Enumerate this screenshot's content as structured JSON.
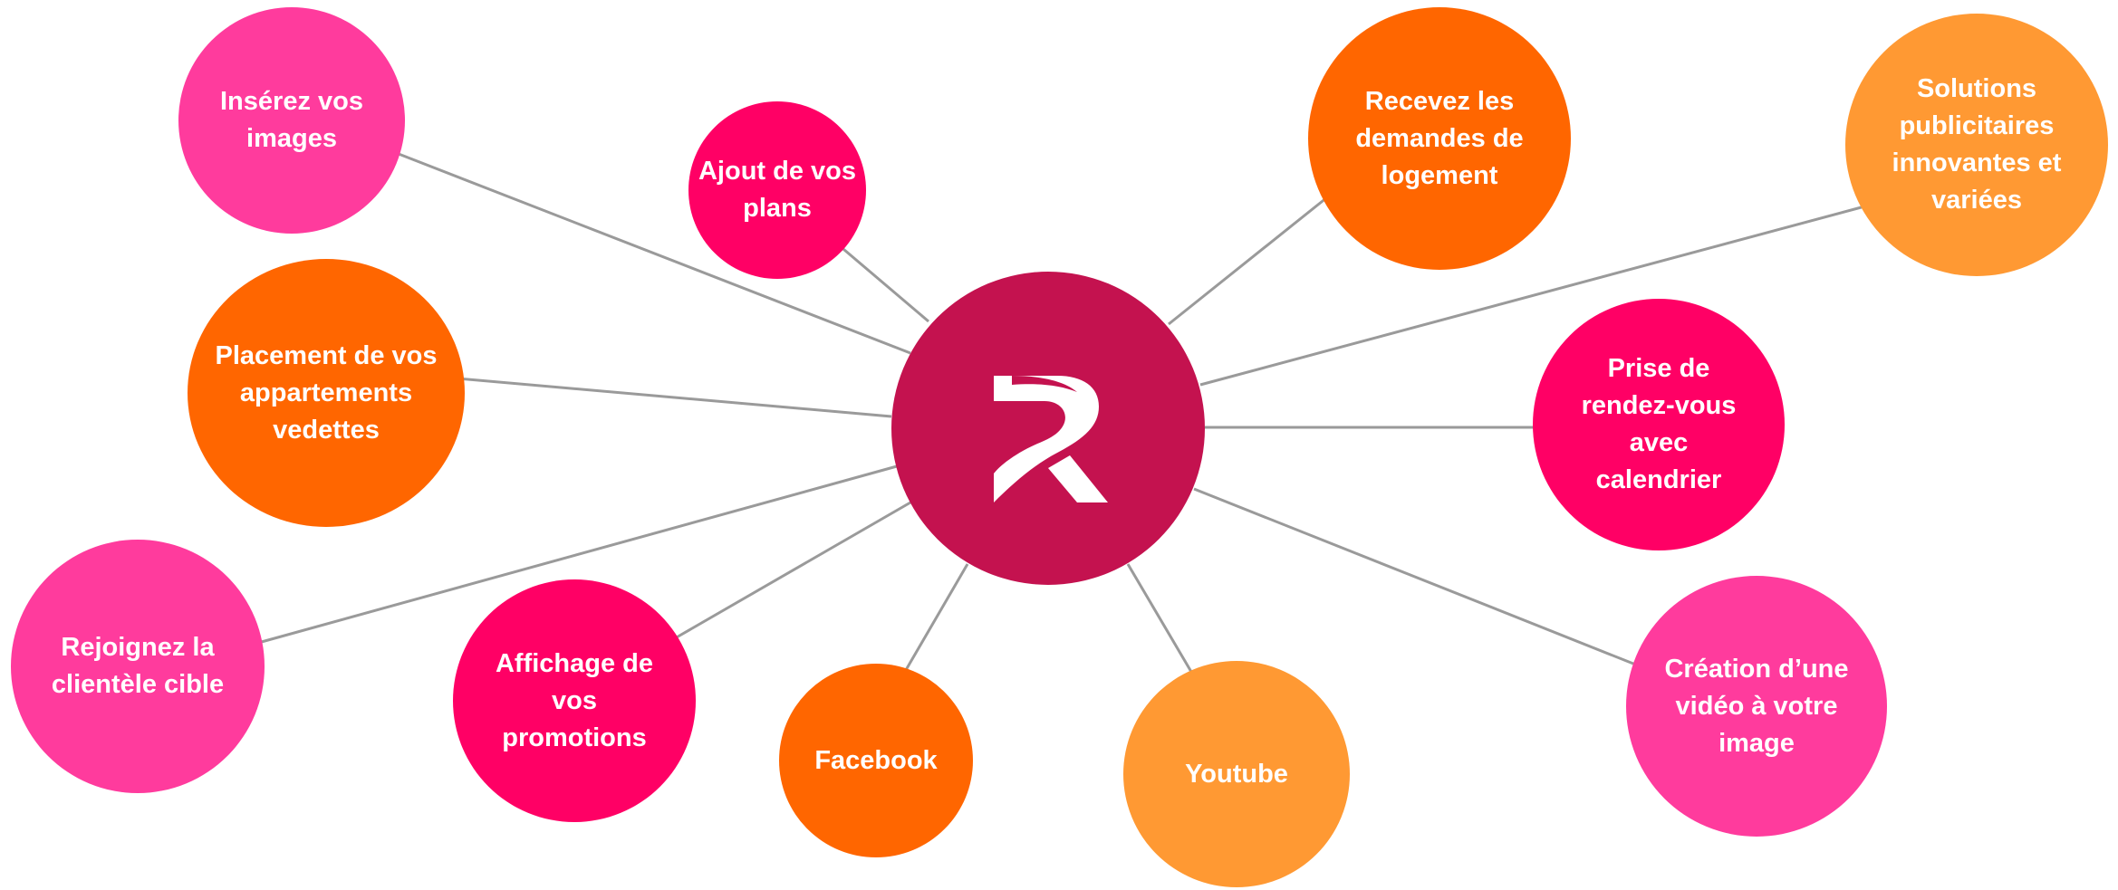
{
  "diagram": {
    "hub": {
      "logo_icon": "r-logo-icon",
      "color": "#c4124f"
    },
    "nodes": [
      {
        "id": "inserez",
        "label": "Insérez vos images",
        "color": "#ff3b9d"
      },
      {
        "id": "ajout",
        "label": "Ajout de vos plans",
        "color": "#ff0065"
      },
      {
        "id": "placement",
        "label": "Placement de vos appartements vedettes",
        "color": "#ff6600"
      },
      {
        "id": "rejoignez",
        "label": "Rejoignez la clientèle cible",
        "color": "#ff3b9d"
      },
      {
        "id": "affichage",
        "label": "Affichage de vos promotions",
        "color": "#ff0065"
      },
      {
        "id": "facebook",
        "label": "Facebook",
        "color": "#ff6600"
      },
      {
        "id": "youtube",
        "label": "Youtube",
        "color": "#ff9933"
      },
      {
        "id": "recevez",
        "label": "Recevez les demandes de logement",
        "color": "#ff6600"
      },
      {
        "id": "solutions",
        "label": "Solutions publicitaires innovantes et variées",
        "color": "#ff9933"
      },
      {
        "id": "prise",
        "label": "Prise de rendez-vous avec calendrier",
        "color": "#ff0065"
      },
      {
        "id": "creation",
        "label": "Création d’une vidéo à votre image",
        "color": "#ff3b9d"
      }
    ],
    "connector_color": "#9a9a9a"
  }
}
